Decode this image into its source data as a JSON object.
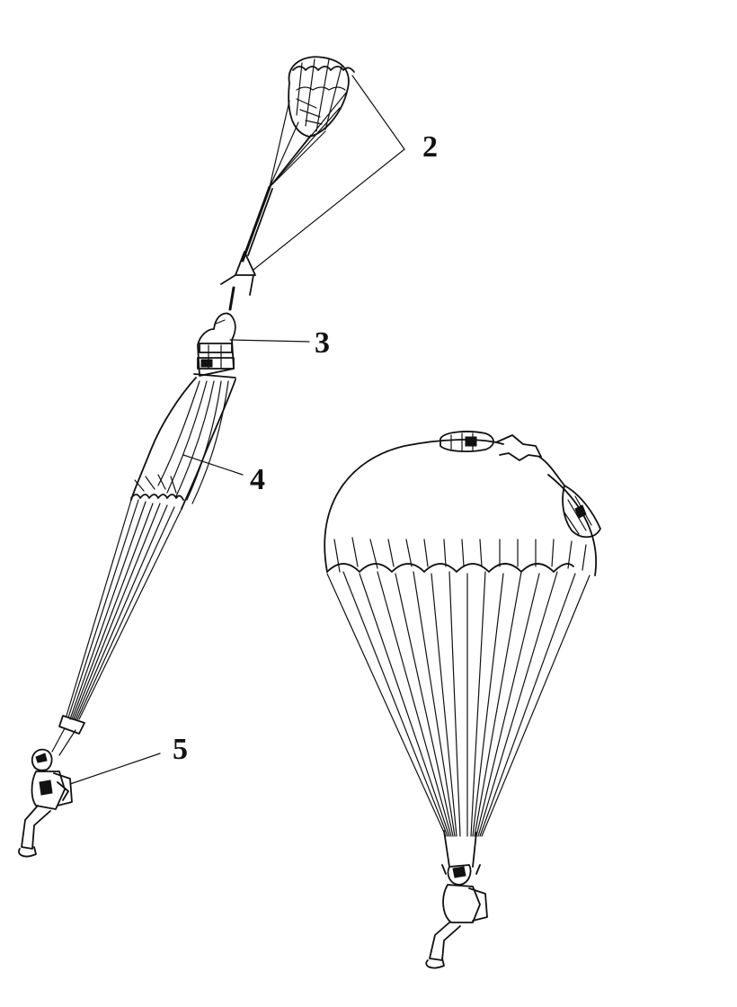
{
  "diagram": {
    "callouts": [
      {
        "id": "pilot-chute-and-link",
        "label": "2"
      },
      {
        "id": "canopy-bag",
        "label": "3"
      },
      {
        "id": "main-canopy-stowed",
        "label": "4"
      },
      {
        "id": "parachutist-pack",
        "label": "5"
      }
    ]
  },
  "colors": {
    "ink": "#111111",
    "background": "#ffffff"
  }
}
